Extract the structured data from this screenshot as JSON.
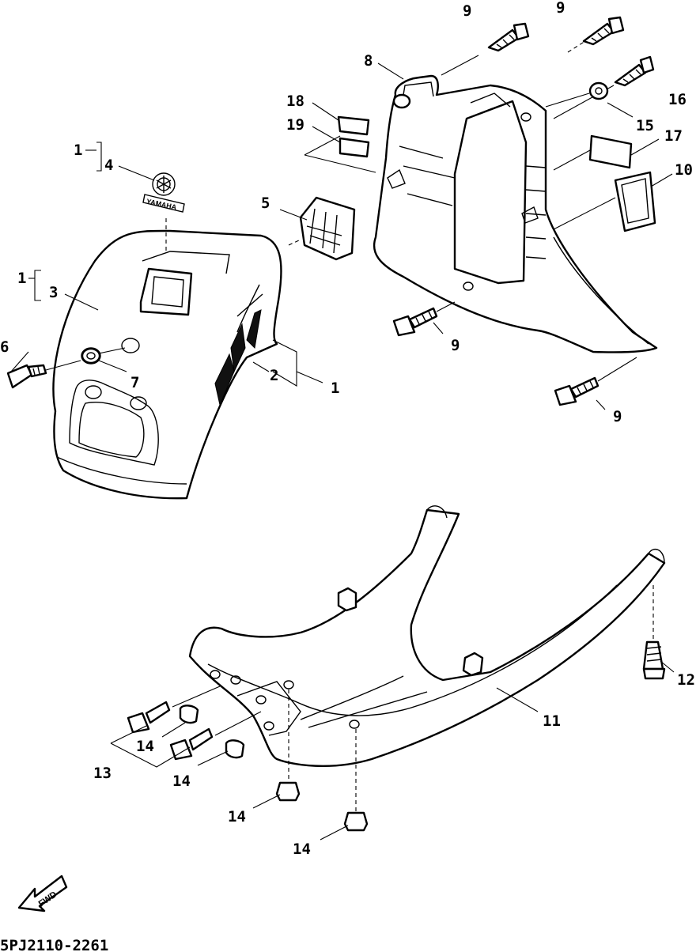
{
  "callouts": {
    "c1a": "1",
    "c1b": "1",
    "c1c": "1",
    "c2": "2",
    "c3": "3",
    "c4": "4",
    "c5": "5",
    "c6": "6",
    "c7": "7",
    "c8": "8",
    "c9a": "9",
    "c9b": "9",
    "c9c": "9",
    "c9d": "9",
    "c10": "10",
    "c11": "11",
    "c12": "12",
    "c13": "13",
    "c14a": "14",
    "c14b": "14",
    "c14c": "14",
    "c14d": "14",
    "c15": "15",
    "c16": "16",
    "c17": "17",
    "c18": "18",
    "c19": "19"
  },
  "emblem": {
    "brand_text": "YAMAHA"
  },
  "fwd_label": "FWD",
  "drawing_code": "5PJ2110-2261"
}
